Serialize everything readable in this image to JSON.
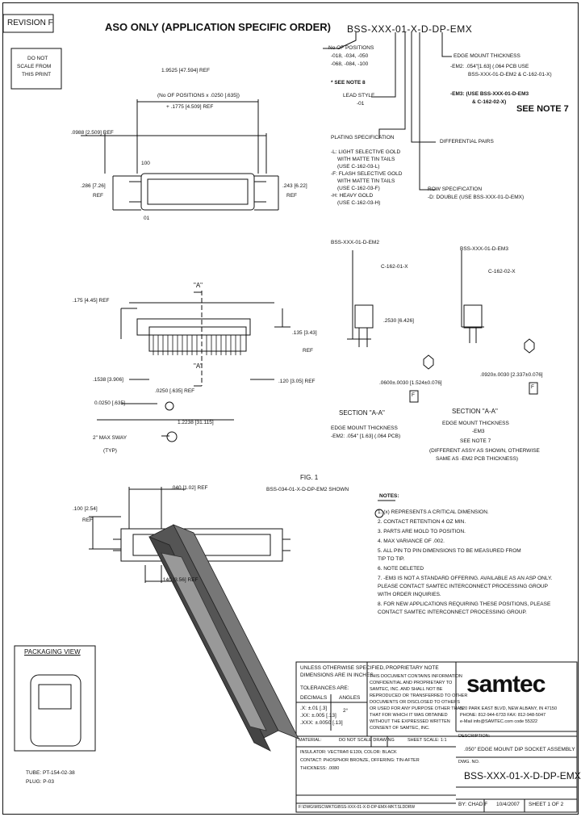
{
  "header": {
    "revision": "REVISION F",
    "aso_title": "ASO ONLY (APPLICATION SPECIFIC ORDER)",
    "do_not_scale": [
      "DO NOT",
      "SCALE FROM",
      "THIS PRINT"
    ]
  },
  "part_code": {
    "code": "BSS-XXX-01-X-D-DP-EMX",
    "positions_label": [
      "No OF POSITIONS",
      "-018, -034, -050",
      "-068, -084, -100"
    ],
    "see_note_8": "* SEE NOTE 8",
    "lead_style_label": "LEAD STYLE",
    "lead_style_value": "-01",
    "plating_label": "PLATING SPECIFICATION",
    "plating_items": [
      "-L: LIGHT SELECTIVE GOLD",
      "WITH MATTE TIN TAILS",
      "(USE C-162-03-L)",
      "-F: FLASH SELECTIVE GOLD",
      "WITH MATTE TIN TAILS",
      "(USE C-162-03-F)",
      "-H: HEAVY GOLD",
      "(USE C-162-03-H)"
    ],
    "diff_pairs_label": "DIFFERENTIAL PAIRS",
    "row_spec_label": "ROW SPECIFICATION",
    "row_spec_value": "-D: DOUBLE (USE BSS-XXX-01-D-EMX)",
    "edge_mount_label": "EDGE MOUNT THICKNESS",
    "edge_mount_items": [
      "-EM2: .054\"[1.63] (.064 PCB USE",
      "BSS-XXX-01-D-EM2 & C-162-01-X)",
      "-EM3: (USE BSS-XXX-01-D-EM3",
      "& C-162-02-X)"
    ],
    "see_note_7": "SEE NOTE 7"
  },
  "top_view": {
    "dim_overall": "1.9525 [47.594] REF",
    "dim_positions": "(No OF POSITIONS x .0250 [.635])",
    "dim_positions_2": "+ .1775 [4.509] REF",
    "dim_left": ".0988 [2.509] REF",
    "dim_height_left": ".286 [7.26]",
    "dim_height_left_ref": "REF",
    "dim_height_right": ".243 [6.22]",
    "dim_height_right_ref": "REF",
    "pin_100": "100",
    "pin_01": "01"
  },
  "side_view": {
    "section_a_top": "\"A\"",
    "section_a_bottom": "\"A\"",
    "dim_175": ".175 [4.45] REF",
    "dim_135": ".135 [3.43]",
    "dim_135_ref": "REF",
    "dim_1538": ".1538 [3.906]",
    "dim_0250": ".0250 [.635] REF",
    "dim_120": ".120 [3.05] REF",
    "dim_0250b": "0.0250 [.635]",
    "dim_1223": "1.2238 [31.115]",
    "max_sway": "2\" MAX SWAY",
    "typ": "(TYP)"
  },
  "sections": {
    "left_part": "BSS-XXX-01-D-EM2",
    "left_clip": "C-162-01-X",
    "left_dim": ".2530 [6.426]",
    "left_dim2": ".0600±.0030 [1.524±0.076]",
    "left_title": "SECTION \"A-A\"",
    "left_sub": [
      "EDGE MOUNT THICKNESS",
      "-EM2: .054\" [1.63] (.064 PCB)"
    ],
    "right_part": "BSS-XXX-01-D-EM3",
    "right_clip": "C-162-02-X",
    "right_dim": ".0920±.0030 [2.337±0.076]",
    "right_title": "SECTION \"A-A\"",
    "right_sub": [
      "EDGE MOUNT THICKNESS",
      "-EM3",
      "SEE NOTE 7",
      "(DIFFERENT ASSY AS SHOWN, OTHERWISE",
      "SAME AS -EM2 PCB THICKNESS)"
    ],
    "flag_f": "F"
  },
  "fig": {
    "title": "FIG. 1",
    "subtitle": "BSS-034-01-X-D-DP-EM2 SHOWN",
    "dim_040": ".040 [1.02] REF",
    "dim_100": ".100 [2.54]",
    "dim_100_ref": "REF",
    "dim_140": ".140 [3.56] REF"
  },
  "notes": {
    "title": "NOTES:",
    "items": [
      "1. (x) REPRESENTS A CRITICAL DIMENSION.",
      "2. CONTACT RETENTION 4 OZ MIN.",
      "3. PARTS ARE MOLD TO POSITION.",
      "4. MAX VARIANCE OF .002.",
      "5. ALL PIN TO PIN DIMENSIONS TO BE MEASURED FROM",
      "   TIP TO TIP.",
      "6. NOTE DELETED",
      "7. -EM3 IS NOT A STANDARD OFFERING. AVAILABLE AS AN ASP ONLY.",
      "   PLEASE CONTACT SAMTEC INTERCONNECT PROCESSING GROUP",
      "   WITH ORDER INQUIRIES.",
      "8. FOR NEW APPLICATIONS REQUIRING THESE POSITIONS, PLEASE",
      "   CONTACT SAMTEC INTERCONNECT PROCESSING GROUP."
    ]
  },
  "packaging": {
    "title": "PACKAGING VIEW",
    "tube": [
      "TUBE: PT-154-02-38",
      "PLUG: P-03"
    ]
  },
  "title_block": {
    "tolerance_head": [
      "UNLESS OTHERWISE SPECIFIED,",
      "DIMENSIONS ARE IN INCHES",
      "TOLERANCES ARE:"
    ],
    "decimal_label": "DECIMALS",
    "angles_label": "ANGLES",
    "tol_values": [
      ".X: ±.01 [.3]",
      ".XX: ±.005 [.13]",
      ".XXX: ±.0050 [.13]"
    ],
    "angle_value": "2°",
    "proprietary_head": "PROPRIETARY NOTE",
    "proprietary_text": [
      "THIS DOCUMENT CONTAINS INFORMATION",
      "CONFIDENTIAL AND PROPRIETARY TO",
      "SAMTEC, INC. AND SHALL NOT BE",
      "REPRODUCED OR TRANSFERRED TO OTHER",
      "DOCUMENTS OR DISCLOSED TO OTHERS",
      "OR USED FOR ANY PURPOSE OTHER THAN",
      "THAT FOR WHICH IT WAS OBTAINED",
      "WITHOUT THE EXPRESSED WRITTEN",
      "CONSENT OF SAMTEC, INC."
    ],
    "brand": "samtec",
    "address": [
      "520 PARK EAST BLVD, NEW ALBANY, IN 47150",
      "PHONE: 812-944-6733   FAX: 812-948-5047",
      "e-Mail info@SAMTEC.com   code 55322"
    ],
    "material_label": "MATERIAL:",
    "material_text": [
      "INSULATOR: VECTRA® E130i, COLOR: BLACK",
      "CONTACT: PHOSPHOR BRONZE, OFFERING: TIN-AFTER",
      "THICKNESS: .0080"
    ],
    "do_not_scale": "DO NOT SCALE DRAWING",
    "sheet_scale": "SHEET SCALE: 1:1",
    "description_label": "DESCRIPTION:",
    "description": ".050\" EDGE MOUNT DIP SOCKET ASSEMBLY",
    "dwg_label": "DWG. NO.",
    "dwg_no": "BSS-XXX-01-X-D-DP-EMX",
    "by_label": "BY:",
    "by": "CHAD F",
    "date": "10/4/2007",
    "sheet": "SHEET 1 OF 2",
    "footer_path": "F:\\DWG\\MISC\\MKTG\\BSS-XXX-01-X-D-DP-EMX-MKT.SLDDRW"
  }
}
